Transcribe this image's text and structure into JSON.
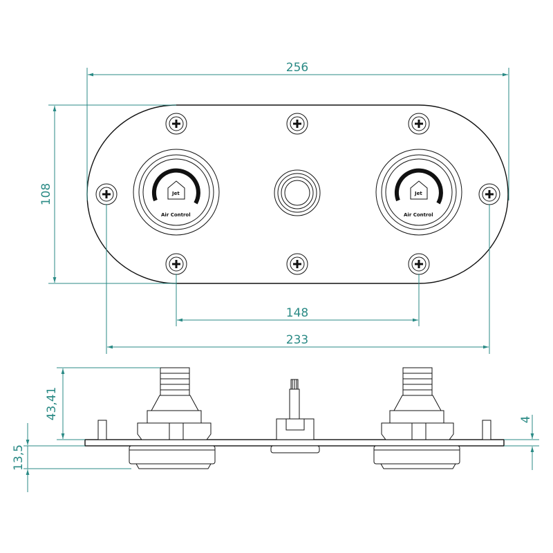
{
  "dimensions": {
    "overall_width": "256",
    "overall_height": "108",
    "screw_spacing_inner": "148",
    "screw_spacing_outer": "233",
    "fitting_height": "43,41",
    "plate_thickness": "4",
    "below_plate_depth": "13,5"
  },
  "gauge": {
    "brand_label": "Air Control",
    "icon_label": "Jet"
  },
  "colors": {
    "dimension": "#2a8a85",
    "outline": "#111111"
  }
}
